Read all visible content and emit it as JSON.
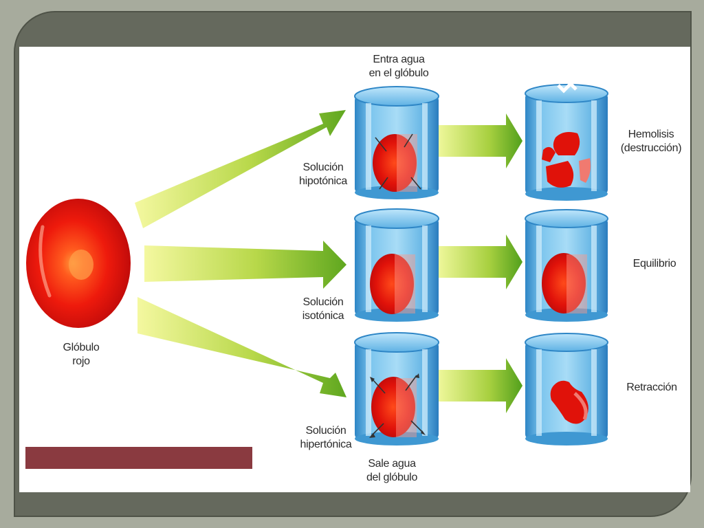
{
  "slide": {
    "colors": {
      "background": "#a7ab9d",
      "frame": "#65695d",
      "footer_bar": "#8a3a40",
      "cell_red": "#e0120a",
      "arrow_green_start": "#f4f8a0",
      "arrow_green_end": "#5fa71f",
      "beaker_blue": "#4aa6dc"
    }
  },
  "diagram": {
    "red_cell_label": [
      "Glóbulo",
      "rojo"
    ],
    "top_note": [
      "Entra  agua",
      "en el glóbulo"
    ],
    "bottom_note": [
      "Sale agua",
      "del glóbulo"
    ],
    "solutions": [
      {
        "label": [
          "Solución",
          "hipotónica"
        ],
        "result": [
          "Hemolisis",
          "(destrucción)"
        ]
      },
      {
        "label": [
          "Solución",
          "isotónica"
        ],
        "result": [
          "Equilibrio"
        ]
      },
      {
        "label": [
          "Solución",
          "hipertónica"
        ],
        "result": [
          "Retracción"
        ]
      }
    ]
  }
}
